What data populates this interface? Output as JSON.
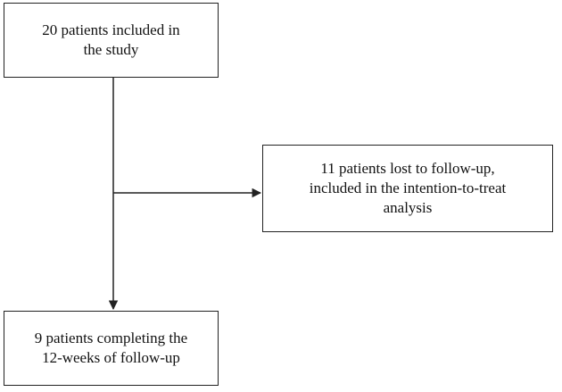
{
  "flowchart": {
    "top_box": {
      "text": "20 patients included in\nthe study"
    },
    "right_box": {
      "text": "11 patients lost to follow-up,\nincluded in the intention-to-treat\nanalysis"
    },
    "bottom_box": {
      "text": "9 patients completing the\n12-weeks of follow-up"
    }
  }
}
